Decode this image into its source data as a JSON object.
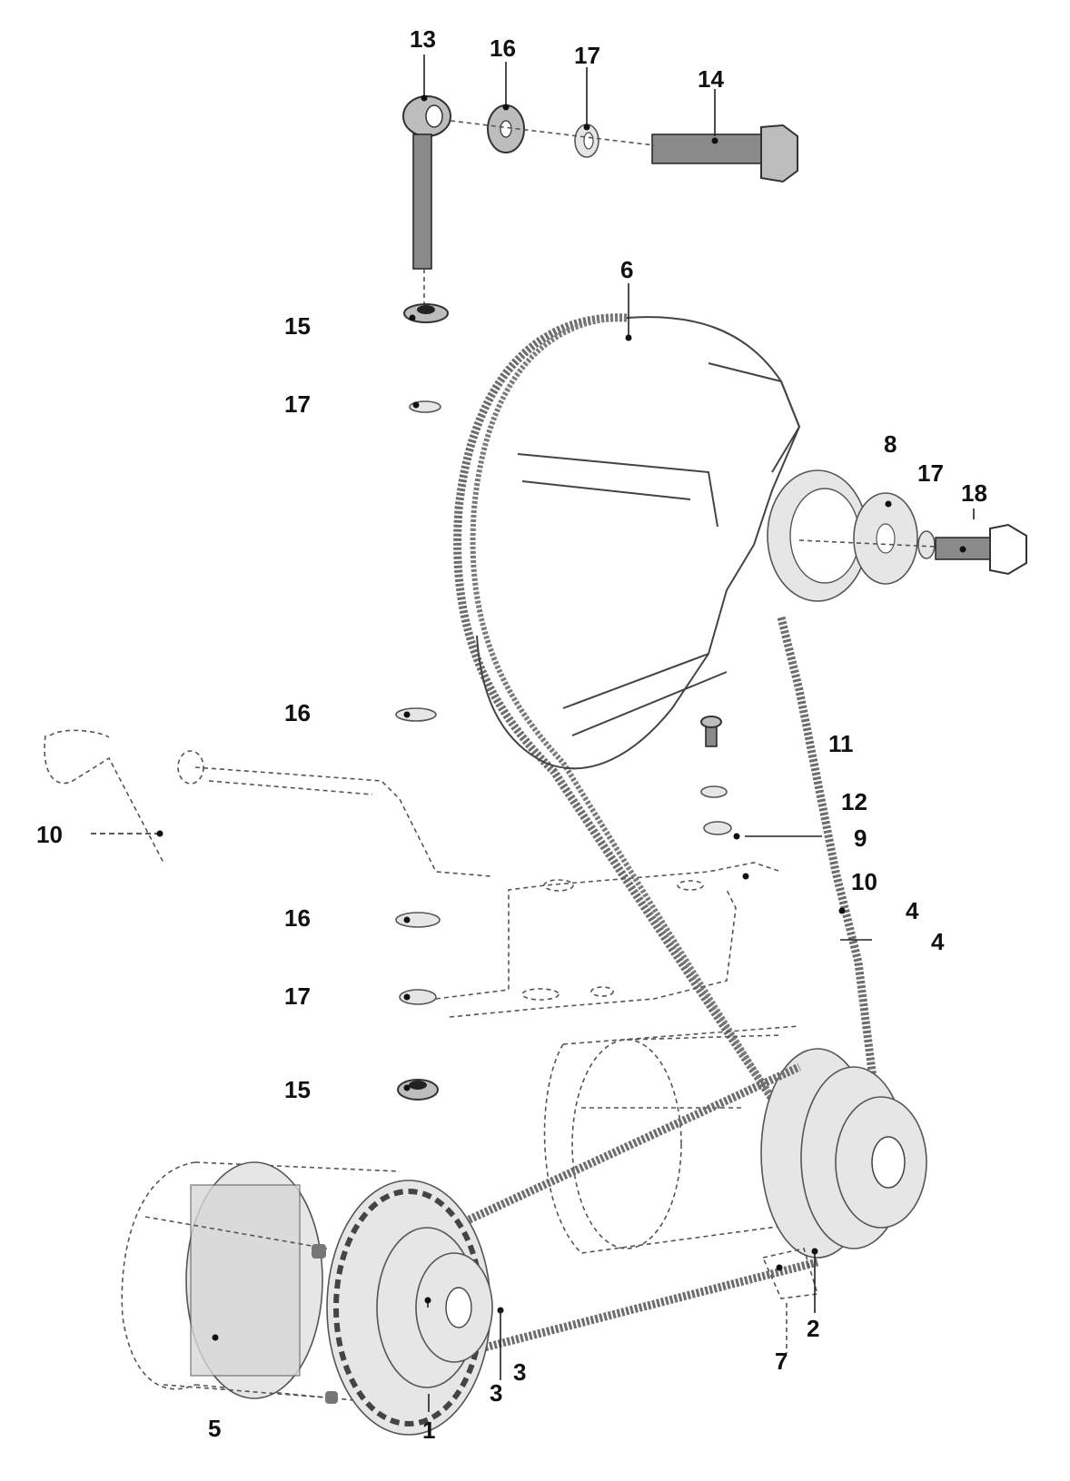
{
  "callouts": {
    "c13": "13",
    "c16_top": "16",
    "c17_top": "17",
    "c14": "14",
    "c6": "6",
    "c15_top": "15",
    "c17_left1": "17",
    "c8": "8",
    "c17_right": "17",
    "c18": "18",
    "c16_mid": "16",
    "c11": "11",
    "c12": "12",
    "c10_left": "10",
    "c9": "9",
    "c10_right": "10",
    "c4_a": "4",
    "c4_b": "4",
    "c16_low": "16",
    "c17_low": "17",
    "c15_low": "15",
    "c2": "2",
    "c7": "7",
    "c3_a": "3",
    "c3_b": "3",
    "c5": "5",
    "c1": "1"
  }
}
